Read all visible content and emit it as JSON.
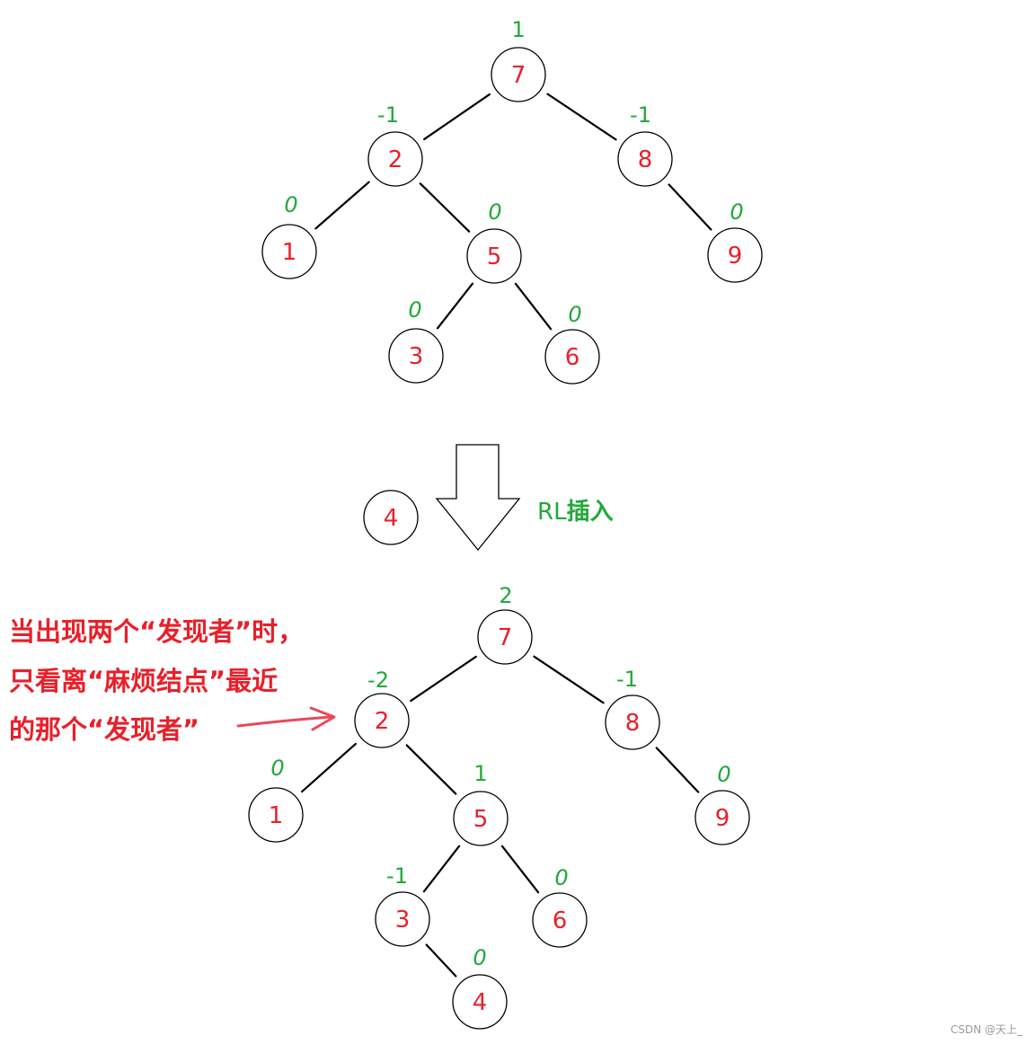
{
  "tree_before": {
    "nodes": [
      {
        "id": "b7",
        "label": "7",
        "bf": "1"
      },
      {
        "id": "b2",
        "label": "2",
        "bf": "-1"
      },
      {
        "id": "b8",
        "label": "8",
        "bf": "-1"
      },
      {
        "id": "b1",
        "label": "1",
        "bf": "0"
      },
      {
        "id": "b5",
        "label": "5",
        "bf": "0"
      },
      {
        "id": "b9",
        "label": "9",
        "bf": "0"
      },
      {
        "id": "b3",
        "label": "3",
        "bf": "0"
      },
      {
        "id": "b6",
        "label": "6",
        "bf": "0"
      }
    ],
    "edges": [
      [
        "b7",
        "b2"
      ],
      [
        "b7",
        "b8"
      ],
      [
        "b2",
        "b1"
      ],
      [
        "b2",
        "b5"
      ],
      [
        "b8",
        "b9"
      ],
      [
        "b5",
        "b3"
      ],
      [
        "b5",
        "b6"
      ]
    ]
  },
  "insert_node": {
    "label": "4"
  },
  "insert_caption": {
    "prefix": "RL",
    "action": "插入"
  },
  "tree_after": {
    "nodes": [
      {
        "id": "a7",
        "label": "7",
        "bf": "2"
      },
      {
        "id": "a2",
        "label": "2",
        "bf": "-2"
      },
      {
        "id": "a8",
        "label": "8",
        "bf": "-1"
      },
      {
        "id": "a1",
        "label": "1",
        "bf": "0"
      },
      {
        "id": "a5",
        "label": "5",
        "bf": "1"
      },
      {
        "id": "a9",
        "label": "9",
        "bf": "0"
      },
      {
        "id": "a3",
        "label": "3",
        "bf": "-1"
      },
      {
        "id": "a6",
        "label": "6",
        "bf": "0"
      },
      {
        "id": "a4",
        "label": "4",
        "bf": "0"
      }
    ],
    "edges": [
      [
        "a7",
        "a2"
      ],
      [
        "a7",
        "a8"
      ],
      [
        "a2",
        "a1"
      ],
      [
        "a2",
        "a5"
      ],
      [
        "a8",
        "a9"
      ],
      [
        "a5",
        "a3"
      ],
      [
        "a5",
        "a6"
      ],
      [
        "a3",
        "a4"
      ]
    ]
  },
  "note": {
    "line1": "当出现两个“发现者”时，",
    "line2": "只看离“麻烦结点”最近",
    "line3": "的那个“发现者”"
  },
  "watermark": "CSDN @天上_",
  "colors": {
    "node_label": "#e8202a",
    "balance_factor": "#22a83a",
    "note": "#e8202a",
    "note_arrow": "#e84a5a"
  }
}
